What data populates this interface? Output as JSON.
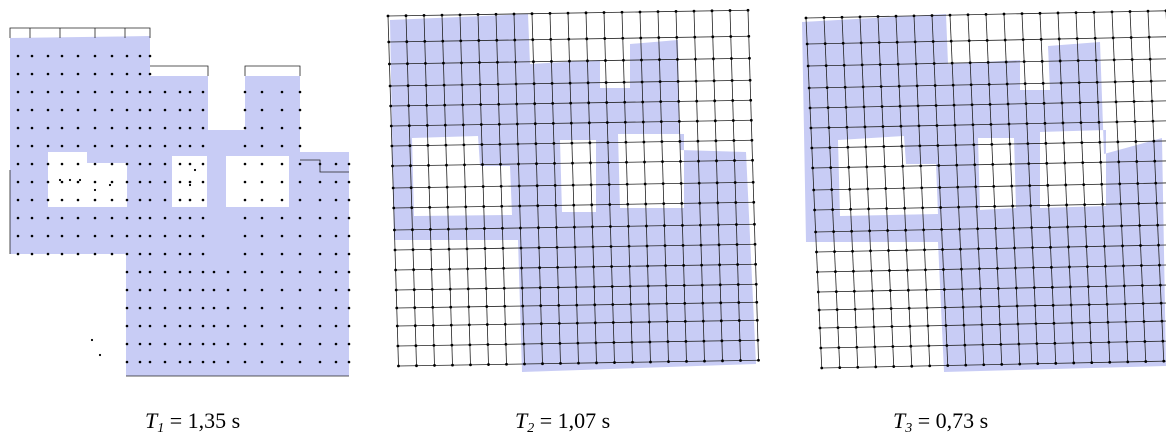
{
  "figure": {
    "shape_fill": "#c8ccf5",
    "grid_color": "#222222",
    "node_color": "#000000",
    "modes": [
      {
        "id": "mode-1",
        "symbol": "T",
        "subscript": "1",
        "value_text": "= 1,35 s"
      },
      {
        "id": "mode-2",
        "symbol": "T",
        "subscript": "2",
        "value_text": "= 1,07 s"
      },
      {
        "id": "mode-3",
        "symbol": "T",
        "subscript": "3",
        "value_text": "= 0,73 s"
      }
    ]
  }
}
